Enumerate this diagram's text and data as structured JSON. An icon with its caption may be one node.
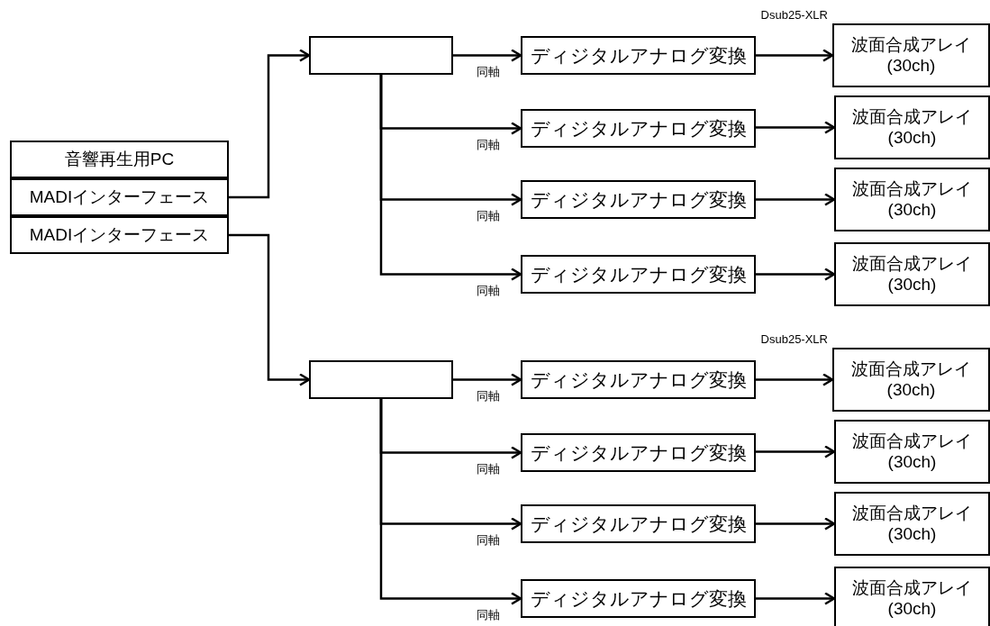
{
  "diagram": {
    "nodes": [
      {
        "text": [
          "音響再生用PC"
        ]
      },
      {
        "text": [
          "MADIインターフェース"
        ]
      },
      {
        "text": [
          "MADIインターフェース"
        ]
      },
      {
        "text": [],
        "shape": "box"
      },
      {
        "text": [
          "ディジタルアナログ変換"
        ]
      },
      {
        "text": [
          "ディジタルアナログ変換"
        ]
      },
      {
        "text": [
          "ディジタルアナログ変換"
        ]
      },
      {
        "text": [
          "ディジタルアナログ変換"
        ]
      },
      {
        "text": [
          "波面合成アレイ(30ch)"
        ]
      },
      {
        "text": [
          "波面合成アレイ(30ch)"
        ]
      },
      {
        "text": [
          "波面合成アレイ(30ch)"
        ]
      },
      {
        "text": [
          "波面合成アレイ(30ch)"
        ]
      },
      {
        "text": [],
        "shape": "box"
      },
      {
        "text": [
          "ディジタルアナログ変換"
        ]
      },
      {
        "text": [
          "ディジタルアナログ変換"
        ]
      },
      {
        "text": [
          "ディジタルアナログ変換"
        ]
      },
      {
        "text": [
          "ディジタルアナログ変換"
        ]
      },
      {
        "text": [
          "波面合成アレイ(30ch)"
        ]
      },
      {
        "text": [
          "波面合成アレイ(30ch)"
        ]
      },
      {
        "text": [
          "波面合成アレイ(30ch)"
        ]
      },
      {
        "text": [
          "波面合成アレイ(30ch)"
        ]
      }
    ],
    "edges": [
      {
        "from": 1,
        "to": 3,
        "arrow": "to"
      },
      {
        "from": 2,
        "to": 12,
        "arrow": "to"
      },
      {
        "from": 3,
        "to": 4,
        "arrow": "to",
        "label": "同軸"
      },
      {
        "from": 3,
        "to": 5,
        "arrow": "to",
        "label": "同軸"
      },
      {
        "from": 3,
        "to": 6,
        "arrow": "to",
        "label": "同軸"
      },
      {
        "from": 3,
        "to": 7,
        "arrow": "to",
        "label": "同軸"
      },
      {
        "from": 4,
        "to": 8,
        "arrow": "to",
        "label": "Dsub25-XLR"
      },
      {
        "from": 5,
        "to": 9,
        "arrow": "to"
      },
      {
        "from": 6,
        "to": 10,
        "arrow": "to"
      },
      {
        "from": 7,
        "to": 11,
        "arrow": "to"
      },
      {
        "from": 12,
        "to": 13,
        "arrow": "to",
        "label": "同軸"
      },
      {
        "from": 12,
        "to": 14,
        "arrow": "to",
        "label": "同軸"
      },
      {
        "from": 12,
        "to": 15,
        "arrow": "to",
        "label": "同軸"
      },
      {
        "from": 12,
        "to": 16,
        "arrow": "to",
        "label": "同軸"
      },
      {
        "from": 13,
        "to": 17,
        "arrow": "to",
        "label": "Dsub25-XLR"
      },
      {
        "from": 14,
        "to": 18,
        "arrow": "to"
      },
      {
        "from": 15,
        "to": 19,
        "arrow": "to"
      },
      {
        "from": 16,
        "to": 20,
        "arrow": "to"
      }
    ]
  }
}
